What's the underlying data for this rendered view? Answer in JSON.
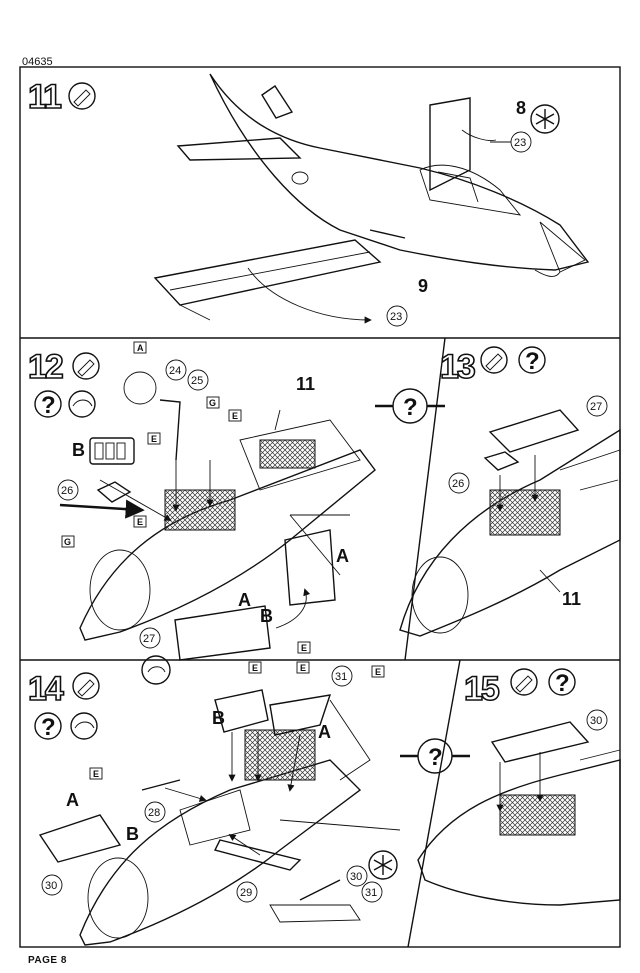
{
  "header": {
    "code": "04635"
  },
  "footer": {
    "page": "PAGE 8"
  },
  "steps": [
    {
      "number": "11",
      "parts": [
        "8",
        "23",
        "9",
        "23"
      ]
    },
    {
      "number": "12",
      "parts": [
        "24",
        "25",
        "11",
        "26",
        "27"
      ],
      "letters": [
        "B",
        "A",
        "A",
        "B"
      ]
    },
    {
      "number": "13",
      "parts": [
        "27",
        "26",
        "11"
      ]
    },
    {
      "number": "14",
      "parts": [
        "31",
        "28",
        "30",
        "29",
        "30",
        "31"
      ],
      "letters": [
        "B",
        "A",
        "A",
        "B"
      ]
    },
    {
      "number": "15",
      "parts": [
        "30"
      ]
    }
  ],
  "symbols": {
    "question": "?",
    "tag_e": "E",
    "tag_g": "G",
    "tag_a": "A"
  },
  "icons": [
    "cement-tube-icon",
    "question-icon",
    "decal-icon",
    "asterisk-icon",
    "glue-drop-icon"
  ]
}
